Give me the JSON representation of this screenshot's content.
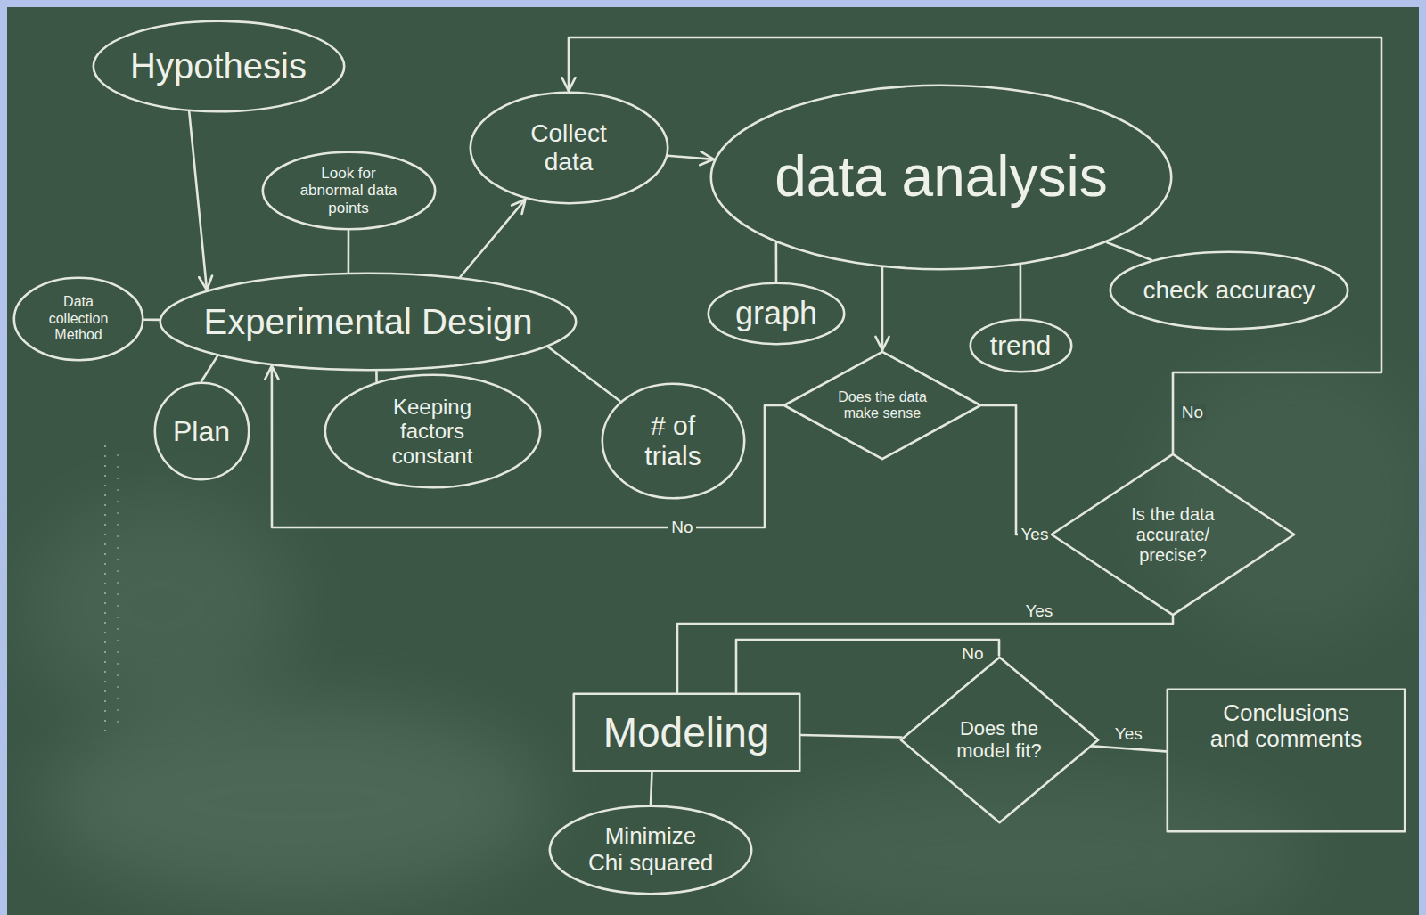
{
  "diagram": {
    "nodes": [
      {
        "text": [
          "Hypothesis"
        ]
      },
      {
        "text": [
          "Look for abnormal data points"
        ]
      },
      {
        "text": [
          "Collect data"
        ]
      },
      {
        "text": [
          "data analysis"
        ]
      },
      {
        "text": [
          "Data collection Method"
        ]
      },
      {
        "text": [
          "Experimental Design"
        ]
      },
      {
        "text": [
          "graph"
        ]
      },
      {
        "text": [
          "trend"
        ]
      },
      {
        "text": [
          "check accuracy"
        ]
      },
      {
        "text": [
          "Plan"
        ]
      },
      {
        "text": [
          "Keeping factors constant"
        ]
      },
      {
        "text": [
          "# of trials"
        ]
      },
      {
        "text": [
          "Does the data make sense"
        ]
      },
      {
        "text": [
          "Is the data accurate/ precise?"
        ]
      },
      {
        "text": [
          "Modeling"
        ]
      },
      {
        "text": [
          "Does the model fit?"
        ]
      },
      {
        "text": [
          "Conclusions and comments"
        ]
      },
      {
        "text": [
          "Minimize Chi squared"
        ]
      }
    ],
    "edges": [
      {
        "from": 0,
        "to": 5,
        "arrow": "to"
      },
      {
        "from": 5,
        "to": 1,
        "arrow": "none"
      },
      {
        "from": 4,
        "to": 5,
        "arrow": "none"
      },
      {
        "from": 5,
        "to": 9,
        "arrow": "none"
      },
      {
        "from": 5,
        "to": 10,
        "arrow": "none"
      },
      {
        "from": 5,
        "to": 11,
        "arrow": "none"
      },
      {
        "from": 5,
        "to": 2,
        "arrow": "to"
      },
      {
        "from": 2,
        "to": 3,
        "arrow": "to"
      },
      {
        "from": 3,
        "to": 6,
        "arrow": "none"
      },
      {
        "from": 3,
        "to": 7,
        "arrow": "none"
      },
      {
        "from": 3,
        "to": 8,
        "arrow": "none"
      },
      {
        "from": 3,
        "to": 12,
        "arrow": "to"
      },
      {
        "from": 12,
        "to": 5,
        "label": "No",
        "arrow": "to"
      },
      {
        "from": 12,
        "to": 13,
        "label": "Yes",
        "arrow": "none"
      },
      {
        "from": 13,
        "to": 2,
        "label": "No",
        "arrow": "to"
      },
      {
        "from": 13,
        "to": 14,
        "label": "Yes",
        "arrow": "none"
      },
      {
        "from": 15,
        "to": 14,
        "label": "No",
        "arrow": "none"
      },
      {
        "from": 14,
        "to": 15,
        "arrow": "none"
      },
      {
        "from": 15,
        "to": 16,
        "label": "Yes",
        "arrow": "none"
      },
      {
        "from": 14,
        "to": 17,
        "arrow": "none"
      }
    ]
  }
}
